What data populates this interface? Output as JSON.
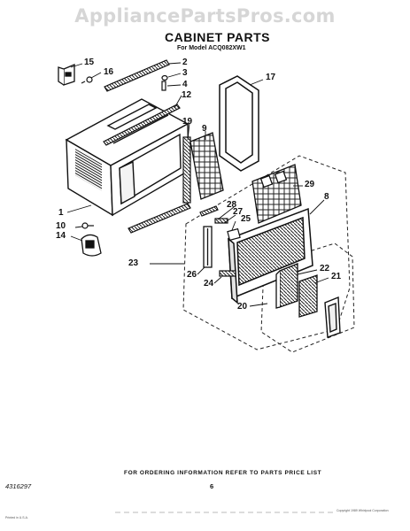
{
  "watermark": "AppliancePartsPros.com",
  "title": "CABINET PARTS",
  "subtitle": "For Model ACQ082XW1",
  "callouts": {
    "c1": "1",
    "c2": "2",
    "c3": "3",
    "c4": "4",
    "c8": "8",
    "c9": "9",
    "c10": "10",
    "c12": "12",
    "c14": "14",
    "c15": "15",
    "c16": "16",
    "c17": "17",
    "c19": "19",
    "c20": "20",
    "c21": "21",
    "c22": "22",
    "c23": "23",
    "c24": "24",
    "c25": "25",
    "c26": "26",
    "c27": "27",
    "c28": "28",
    "c29": "29"
  },
  "footer": {
    "order_note": "FOR ORDERING INFORMATION REFER TO PARTS PRICE LIST",
    "doc_code": "4316297",
    "page": "6",
    "small_left": "Printed in U.S.A.",
    "small_right": "Copyright 1989 Whirlpool Corporation"
  }
}
